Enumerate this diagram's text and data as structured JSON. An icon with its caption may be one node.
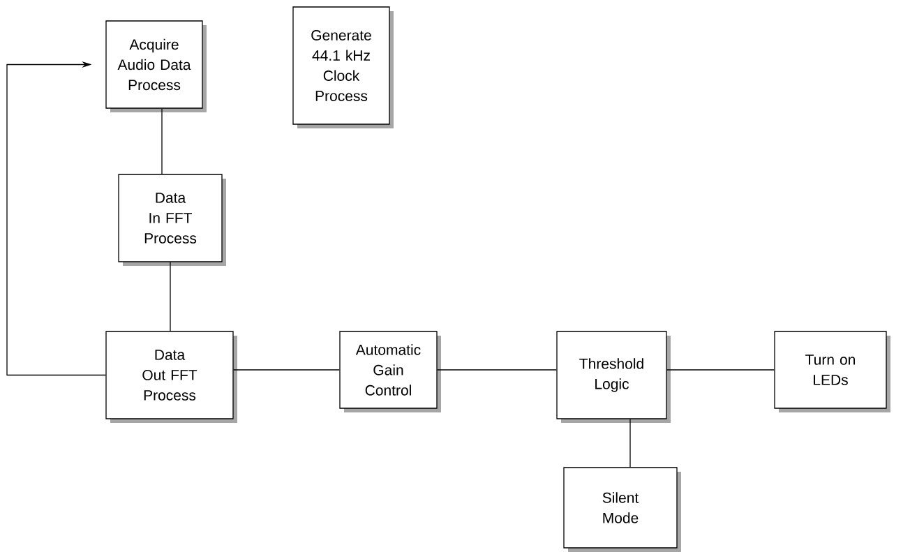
{
  "diagram": {
    "nodes": [
      {
        "text": [
          "Acquire Audio Data Process"
        ]
      },
      {
        "text": [
          "Generate 44.1 kHz Clock Process"
        ]
      },
      {
        "text": [
          "Data In FFT Process"
        ]
      },
      {
        "text": [
          "Data Out FFT Process"
        ]
      },
      {
        "text": [
          "Automatic Gain Control"
        ]
      },
      {
        "text": [
          "Threshold Logic"
        ]
      },
      {
        "text": [
          "Turn on LEDs"
        ]
      },
      {
        "text": [
          "Silent Mode"
        ]
      }
    ],
    "edges": [
      {
        "from": 3,
        "to": 0,
        "arrow": "to"
      },
      {
        "from": 0,
        "to": 2,
        "arrow": "none"
      },
      {
        "from": 2,
        "to": 3,
        "arrow": "none"
      },
      {
        "from": 3,
        "to": 4,
        "arrow": "none"
      },
      {
        "from": 4,
        "to": 5,
        "arrow": "none"
      },
      {
        "from": 5,
        "to": 6,
        "arrow": "none"
      },
      {
        "from": 5,
        "to": 7,
        "arrow": "none"
      }
    ]
  }
}
